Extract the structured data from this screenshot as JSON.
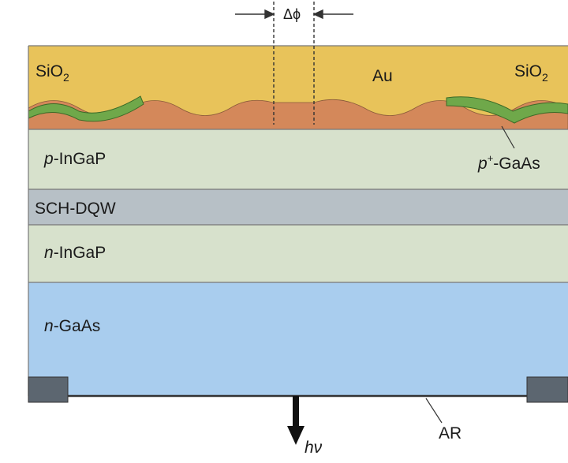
{
  "diagram": {
    "phase_shift": "Δϕ",
    "layers": {
      "au": "Au",
      "sio2_left": {
        "base": "SiO",
        "sub": "2"
      },
      "sio2_right": {
        "base": "SiO",
        "sub": "2"
      },
      "p_gaas": {
        "prefix": "p",
        "sup": "+",
        "rest": "-GaAs"
      },
      "p_ingap": {
        "prefix": "p",
        "rest": "-InGaP"
      },
      "active": "SCH-DQW",
      "n_ingap": {
        "prefix": "n",
        "rest": "-InGaP"
      },
      "n_gaas": {
        "prefix": "n",
        "rest": "-GaAs"
      }
    },
    "coating": "AR",
    "emission": "hν",
    "colors": {
      "au": "#e8c35a",
      "gaas_cap": "#d4885a",
      "sio2": "#6fa84a",
      "p_ingap": "#d7e1cc",
      "active": "#b7c0c6",
      "n_ingap": "#d7e1cc",
      "n_gaas": "#a9cdee",
      "contact": "#5c6670",
      "outline": "#555555"
    }
  }
}
